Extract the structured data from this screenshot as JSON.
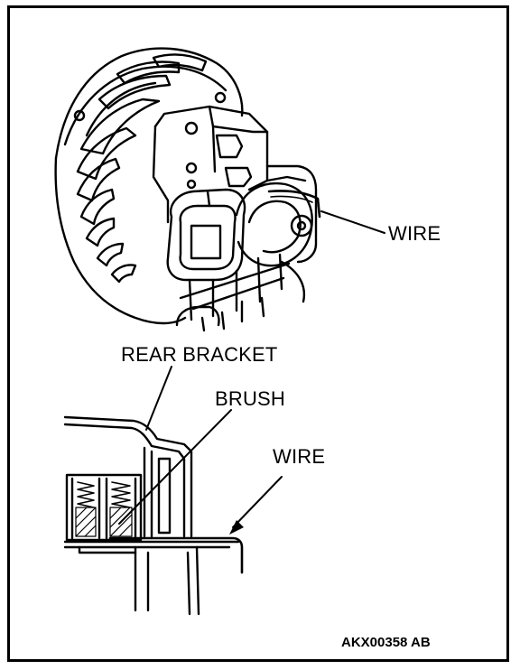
{
  "labels": {
    "top_wire": "WIRE",
    "rear_bracket": "REAR BRACKET",
    "brush": "BRUSH",
    "bottom_wire": "WIRE"
  },
  "figure_code": "AKX00358 AB"
}
